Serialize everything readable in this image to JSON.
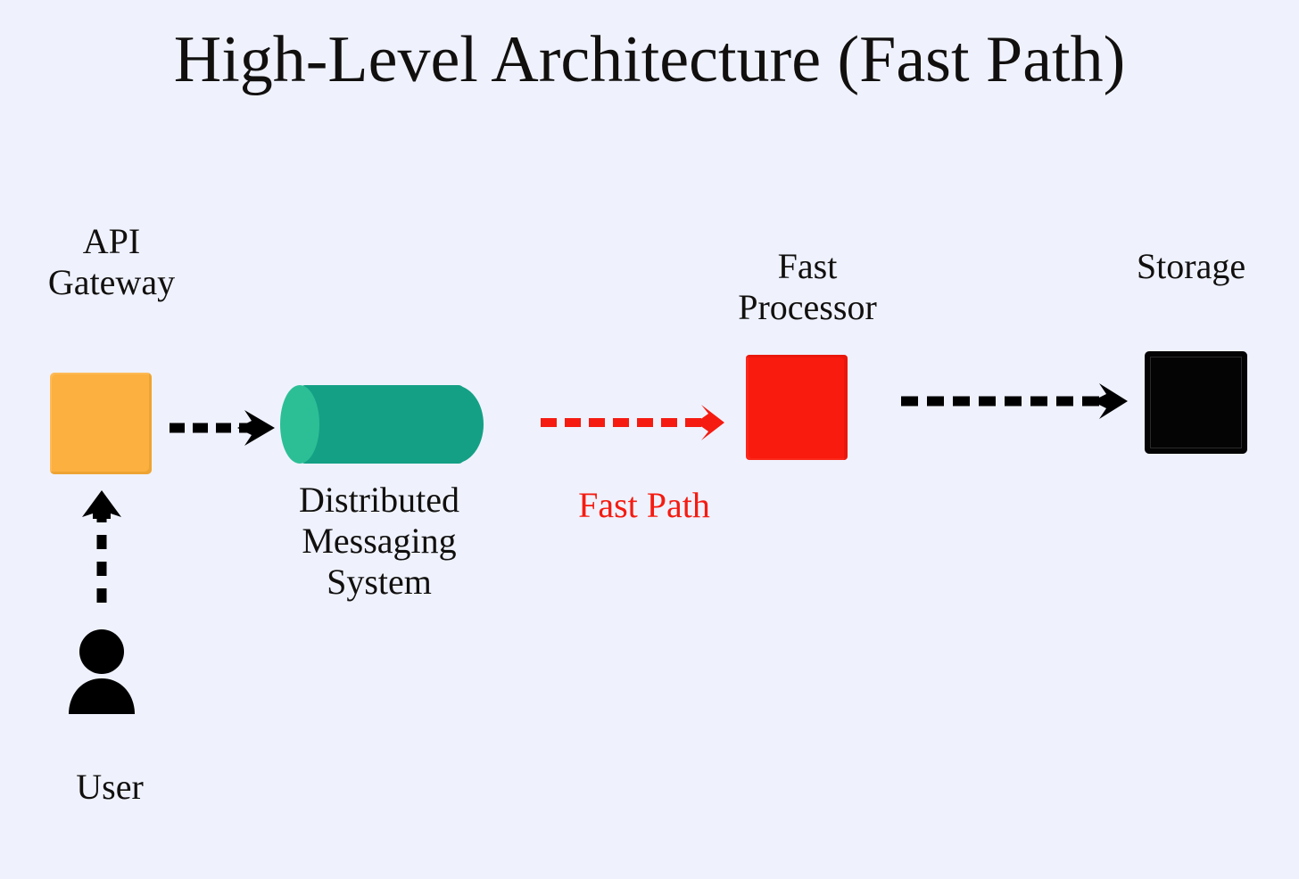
{
  "title": "High-Level Architecture (Fast Path)",
  "background_color": "#eff2fd",
  "nodes": {
    "api_gateway": {
      "label": "API\nGateway",
      "color": "#fbb040",
      "shape": "rounded-square"
    },
    "messaging": {
      "label": "Distributed\nMessaging\nSystem",
      "color": "#14a085",
      "cap_color": "#2cbf96",
      "shape": "cylinder"
    },
    "fast_processor": {
      "label": "Fast\nProcessor",
      "color": "#f91b0e",
      "shape": "rounded-square"
    },
    "storage": {
      "label": "Storage",
      "color": "#040404",
      "shape": "rounded-square"
    },
    "user": {
      "label": "User",
      "color": "#000000",
      "shape": "person-icon"
    }
  },
  "edges": [
    {
      "name": "user-to-gateway",
      "from": "User",
      "to": "API Gateway",
      "style": "dashed",
      "color": "#000000",
      "direction": "up",
      "label": ""
    },
    {
      "name": "gateway-to-messaging",
      "from": "API Gateway",
      "to": "Distributed Messaging System",
      "style": "dashed",
      "color": "#000000",
      "direction": "right",
      "label": ""
    },
    {
      "name": "messaging-to-processor",
      "from": "Distributed Messaging System",
      "to": "Fast Processor",
      "style": "dashed",
      "color": "#f51b11",
      "direction": "right",
      "label": "Fast Path"
    },
    {
      "name": "processor-to-storage",
      "from": "Fast Processor",
      "to": "Storage",
      "style": "dashed",
      "color": "#000000",
      "direction": "right",
      "label": ""
    }
  ],
  "captions": {
    "fast_path": "Fast Path",
    "fast_path_color": "#f51b11"
  }
}
